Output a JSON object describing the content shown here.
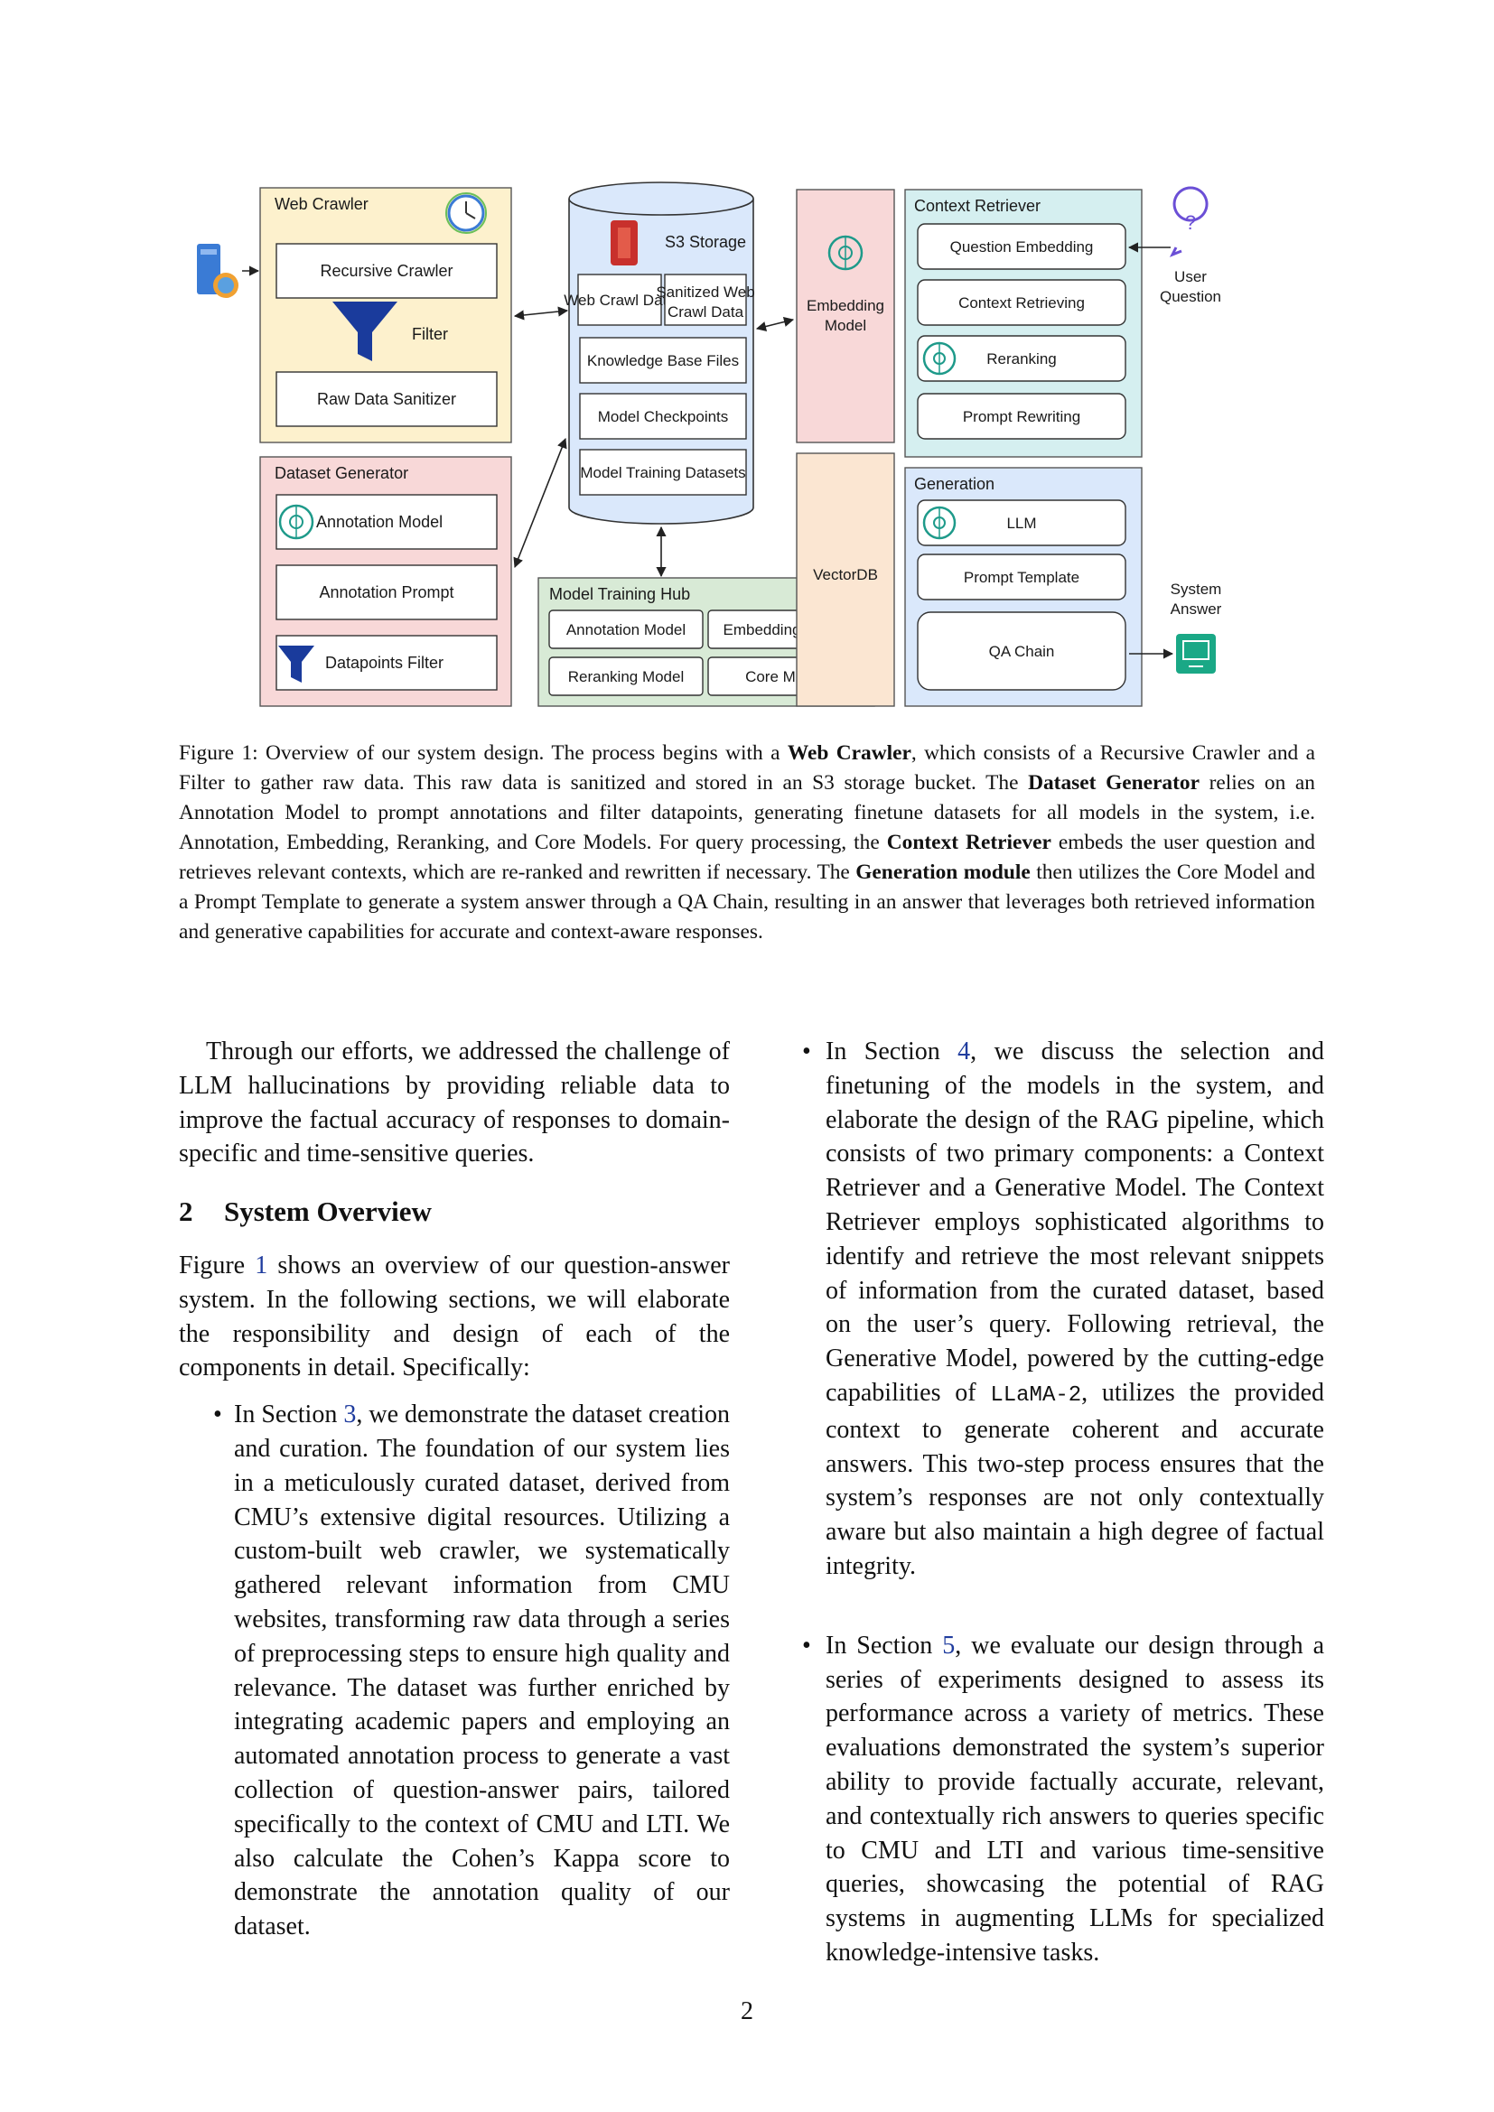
{
  "figure": {
    "web_crawler": {
      "title": "Web Crawler",
      "recursive": "Recursive Crawler",
      "filter": "Filter",
      "sanitizer": "Raw Data Sanitizer"
    },
    "dataset_generator": {
      "title": "Dataset Generator",
      "annotation_model": "Annotation Model",
      "annotation_prompt": "Annotation Prompt",
      "datapoints_filter": "Datapoints Filter"
    },
    "s3": {
      "title": "S3 Storage",
      "web_crawl_data": "Web Crawl Data",
      "sanitized_1": "Sanitized Web",
      "sanitized_2": "Crawl Data",
      "kb_files": "Knowledge Base Files",
      "checkpoints": "Model Checkpoints",
      "training_datasets": "Model Training Datasets"
    },
    "hub": {
      "title": "Model Training Hub",
      "annotation": "Annotation Model",
      "embedding": "Embedding Model",
      "reranking": "Reranking Model",
      "core": "Core Model"
    },
    "embedding_model_1": "Embedding",
    "embedding_model_2": "Model",
    "vectordb": "VectorDB",
    "context_retriever": {
      "title": "Context Retriever",
      "question_embedding": "Question Embedding",
      "context_retrieving": "Context Retrieving",
      "reranking": "Reranking",
      "prompt_rewriting": "Prompt Rewriting"
    },
    "generation": {
      "title": "Generation",
      "llm": "LLM",
      "prompt_template": "Prompt Template",
      "qa_chain": "QA Chain"
    },
    "user_question_1": "User",
    "user_question_2": "Question",
    "system_answer_1": "System",
    "system_answer_2": "Answer",
    "colors": {
      "yellow": "#fdf1cd",
      "pink": "#f8d8d8",
      "blue": "#dae8fb",
      "green": "#d8ead6",
      "teal": "#d5eff0",
      "orange": "#fbe6d2"
    }
  },
  "caption": {
    "p1": "Figure 1: Overview of our system design. The process begins with a ",
    "b1": "Web Crawler",
    "p2": ", which consists of a Recursive Crawler and a Filter to gather raw data. This raw data is sanitized and stored in an S3 storage bucket. The ",
    "b2": "Dataset Generator",
    "p3": " relies on an Annotation Model to prompt annotations and filter datapoints, generating finetune datasets for all models in the system, i.e. Annotation, Embedding, Reranking, and Core Models. For query processing, the ",
    "b3": "Context Retriever",
    "p4": " embeds the user question and retrieves relevant contexts, which are re-ranked and rewritten if necessary. The ",
    "b4": "Generation module",
    "p5": " then utilizes the Core Model and a Prompt Template to generate a system answer through a QA Chain, resulting in an answer that leverages both retrieved information and generative capabilities for accurate and context-aware responses."
  },
  "left": {
    "intro": "Through our efforts, we addressed the challenge of LLM hallucinations by providing reliable data to improve the factual accuracy of responses to domain-specific and time-sensitive queries.",
    "section_num": "2",
    "section_title": "System Overview",
    "overview_a": "Figure ",
    "overview_link": "1",
    "overview_b": " shows an overview of our question-answer system. In the following sections, we will elaborate the responsibility and design of each of the components in detail. Specifically:",
    "bullet1_a": "In Section ",
    "bullet1_link": "3",
    "bullet1_b": ", we demonstrate the dataset creation and curation. The foundation of our system lies in a meticulously curated dataset, derived from CMU’s extensive digital resources. Utilizing a custom-built web crawler, we systematically gathered relevant information from CMU websites, transforming raw data through a series of preprocessing steps to ensure high quality and relevance. The dataset was further enriched by integrating academic papers and employing an automated annotation process to generate a vast collection of question-answer pairs, tailored specifically to the context of CMU and LTI. We also calculate the Cohen’s Kappa score to demonstrate the annotation quality of our dataset."
  },
  "right": {
    "bullet2_a": "In Section ",
    "bullet2_link": "4",
    "bullet2_b": ", we discuss the selection and finetuning of the models in the system, and elaborate the design of the RAG pipeline, which consists of two primary components: a Context Retriever and a Generative Model. The Context Retriever employs sophisticated algorithms to identify and retrieve the most relevant snippets of information from the curated dataset, based on the user’s query. Following retrieval, the Generative Model, powered by the cutting-edge capabilities of ",
    "bullet2_code": "LLaMA-2",
    "bullet2_c": ", utilizes the provided context to generate coherent and accurate answers. This two-step process ensures that the system’s responses are not only contextually aware but also maintain a high degree of factual integrity.",
    "bullet3_a": "In Section ",
    "bullet3_link": "5",
    "bullet3_b": ", we evaluate our design through a series of experiments designed to assess its performance across a variety of metrics. These evaluations demonstrated the system’s superior ability to provide factually accurate, relevant, and contextually rich answers to queries specific to CMU and LTI and various time-sensitive queries, showcasing the potential of RAG systems in augmenting LLMs for specialized knowledge-intensive tasks."
  },
  "bullet_symbol": "•",
  "page_number": "2"
}
